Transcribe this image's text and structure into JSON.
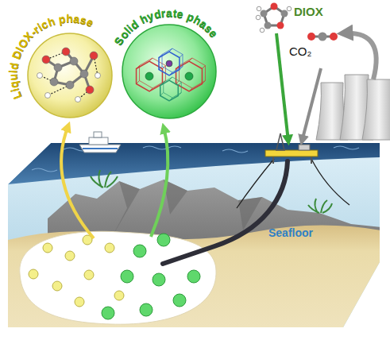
{
  "diagram": {
    "nodes": [
      {
        "text": [
          "Liquid DIOX-rich phase"
        ]
      },
      {
        "text": [
          "Solid hydrate phase"
        ]
      }
    ],
    "labels": [
      "DIOX",
      "CO₂",
      "Seafloor"
    ]
  }
}
